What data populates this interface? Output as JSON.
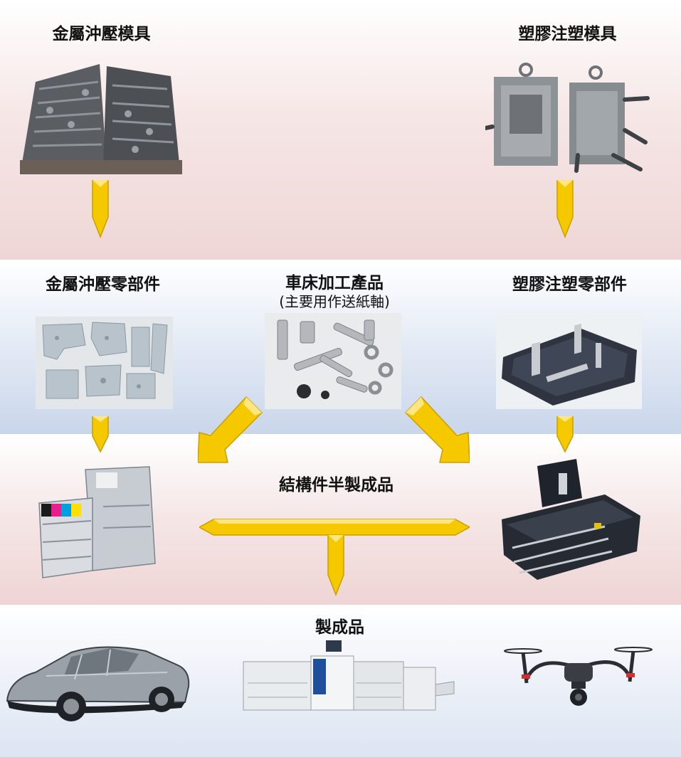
{
  "stamping_die": {
    "title": "金屬沖壓模具"
  },
  "injection_mold": {
    "title": "塑膠注塑模具"
  },
  "stamping_parts": {
    "title": "金屬沖壓零部件"
  },
  "lathe_products": {
    "title": "車床加工產品",
    "subtitle": "(主要用作送紙軸)"
  },
  "injection_parts": {
    "title": "塑膠注塑零部件"
  },
  "semi_finished": {
    "title": "結構件半製成品"
  },
  "finished": {
    "title": "製成品"
  },
  "colors": {
    "arrow_fill": "#f5c800",
    "arrow_edge": "#c9a000"
  }
}
